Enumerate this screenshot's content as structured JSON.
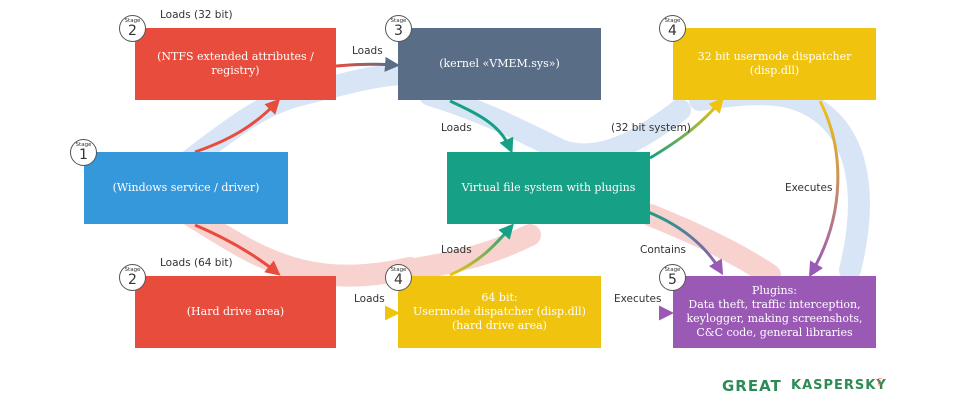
{
  "boxes": {
    "ntfs": "(NTFS extended attributes /\nregistry)",
    "kernel": "(kernel «VMEM.sys»)",
    "disp32": "32 bit usermode dispatcher\n(disp.dll)",
    "service": "(Windows service / driver)",
    "vfs": "Virtual file system with plugins",
    "hdd": "(Hard drive area)",
    "disp64": "64 bit:\nUsermode dispatcher (disp.dll)\n(hard drive area)",
    "plugins": "Plugins:\nData theft, traffic interception,\nkeylogger, making screenshots,\nC&C code, general libraries"
  },
  "badges": {
    "stage_word": "Stage",
    "ntfs": "2",
    "kernel": "3",
    "disp32": "4",
    "service": "1",
    "hdd": "2",
    "disp64": "4",
    "plugins": "5"
  },
  "labels": {
    "loads32": "Loads (32 bit)",
    "loads_kernel": "Loads",
    "loads_vfs": "Loads",
    "sys32": "(32 bit system)",
    "executes32": "Executes",
    "loads64": "Loads (64 bit)",
    "loads_disp64": "Loads",
    "loads_vfs64": "Loads",
    "contains": "Contains",
    "executes64": "Executes"
  },
  "logo": {
    "great": "GREAT",
    "kaspersky": "KASPERSKY",
    "lab": "lab"
  },
  "colors": {
    "red": "#e84c3d",
    "slate": "#5a6d86",
    "yellow": "#f0c30f",
    "blue": "#3498db",
    "teal": "#16a085",
    "purple": "#9b59b6",
    "band_blue": "#d6e4f5",
    "band_pink": "#f7d0cc"
  }
}
